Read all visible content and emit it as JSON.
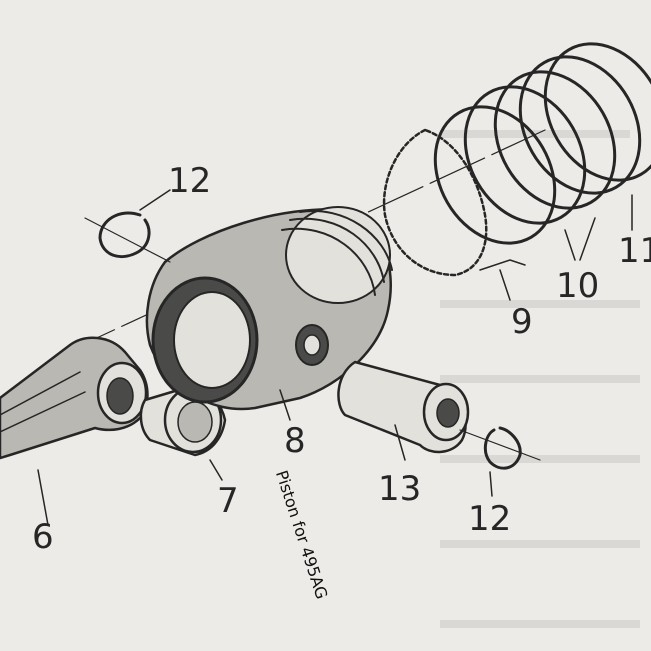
{
  "caption": "Piston for 495AG",
  "callouts": {
    "c6": "6",
    "c7": "7",
    "c8": "8",
    "c9": "9",
    "c10": "10",
    "c11": "11",
    "c12_top": "12",
    "c12_bottom": "12",
    "c13": "13"
  },
  "parts": [
    {
      "number": "6",
      "name": "connecting-rod"
    },
    {
      "number": "7",
      "name": "small-end-bushing"
    },
    {
      "number": "8",
      "name": "piston"
    },
    {
      "number": "9",
      "name": "oil-ring-expander"
    },
    {
      "number": "10",
      "name": "piston-rings"
    },
    {
      "number": "11",
      "name": "top-compression-ring"
    },
    {
      "number": "12",
      "name": "piston-pin-circlip"
    },
    {
      "number": "13",
      "name": "piston-pin"
    }
  ],
  "colors": {
    "paper": "#ecebe7",
    "ink": "#262626"
  }
}
